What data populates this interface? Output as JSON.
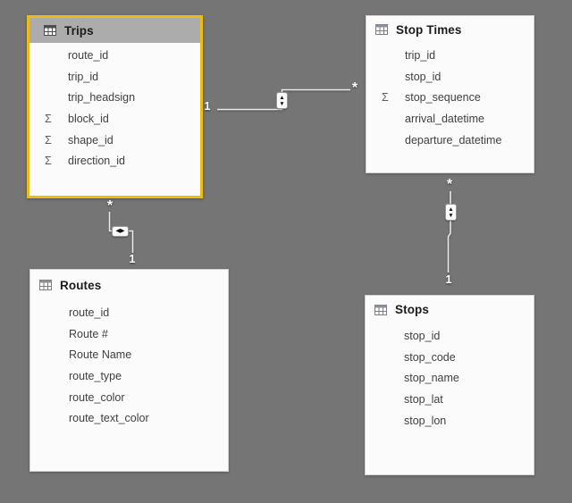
{
  "view": {
    "name": "Relationship diagram",
    "background_color": "#757575",
    "card_color": "#fbfbfb",
    "selected_border_color": "#EBBB16",
    "selected_header_color": "#acacac",
    "line_color": "#e9e9e9"
  },
  "icons": {
    "table_icon": "table-grid",
    "sigma_glyph": "Σ",
    "arrow_up": "▲",
    "arrow_down": "▼",
    "arrow_left": "◀",
    "arrow_right": "▶"
  },
  "tables": [
    {
      "title": "Trips",
      "selected": true,
      "fields": [
        {
          "name": "route_id",
          "aggregate": false
        },
        {
          "name": "trip_id",
          "aggregate": false
        },
        {
          "name": "trip_headsign",
          "aggregate": false
        },
        {
          "name": "block_id",
          "aggregate": true
        },
        {
          "name": "shape_id",
          "aggregate": true
        },
        {
          "name": "direction_id",
          "aggregate": true
        }
      ]
    },
    {
      "title": "Stop Times",
      "selected": false,
      "fields": [
        {
          "name": "trip_id",
          "aggregate": false
        },
        {
          "name": "stop_id",
          "aggregate": false
        },
        {
          "name": "stop_sequence",
          "aggregate": true
        },
        {
          "name": "arrival_datetime",
          "aggregate": false
        },
        {
          "name": "departure_datetime",
          "aggregate": false
        }
      ]
    },
    {
      "title": "Routes",
      "selected": false,
      "fields": [
        {
          "name": "route_id",
          "aggregate": false
        },
        {
          "name": "Route #",
          "aggregate": false
        },
        {
          "name": "Route Name",
          "aggregate": false
        },
        {
          "name": "route_type",
          "aggregate": false
        },
        {
          "name": "route_color",
          "aggregate": false
        },
        {
          "name": "route_text_color",
          "aggregate": false
        }
      ]
    },
    {
      "title": "Stops",
      "selected": false,
      "fields": [
        {
          "name": "stop_id",
          "aggregate": false
        },
        {
          "name": "stop_code",
          "aggregate": false
        },
        {
          "name": "stop_name",
          "aggregate": false
        },
        {
          "name": "stop_lat",
          "aggregate": false
        },
        {
          "name": "stop_lon",
          "aggregate": false
        }
      ]
    }
  ],
  "relationships": [
    {
      "from": "Trips",
      "to": "Stop Times",
      "from_label": "1",
      "to_label": "*",
      "cross_filter": "both"
    },
    {
      "from": "Routes",
      "to": "Trips",
      "from_label": "1",
      "to_label": "*",
      "cross_filter": "both"
    },
    {
      "from": "Stops",
      "to": "Stop Times",
      "from_label": "1",
      "to_label": "*",
      "cross_filter": "both"
    }
  ]
}
